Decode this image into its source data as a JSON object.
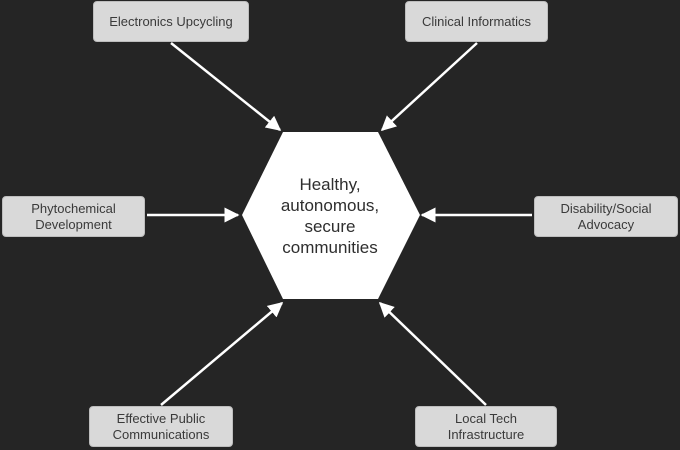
{
  "center": {
    "label": "Healthy,\nautonomous,\nsecure\ncommunities"
  },
  "nodes": {
    "electronics": "Electronics Upcycling",
    "clinical": "Clinical Informatics",
    "phyto": "Phytochemical\nDevelopment",
    "disability": "Disability/Social\nAdvocacy",
    "public": "Effective Public\nCommunications",
    "localtech": "Local Tech\nInfrastructure"
  },
  "colors": {
    "background": "#252525",
    "box": "#d9d9d9",
    "hexagon": "#ffffff",
    "arrow": "#ffffff",
    "text": "#3a3a3a"
  }
}
